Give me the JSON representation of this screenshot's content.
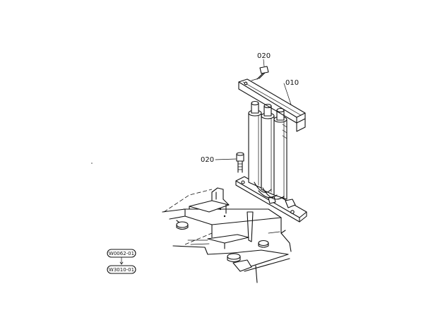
{
  "callouts": {
    "bolt_top": "020",
    "cooler": "010",
    "bolt_side": "020"
  },
  "reference": {
    "upper": "W0062-01",
    "lower": "W3010-01"
  }
}
